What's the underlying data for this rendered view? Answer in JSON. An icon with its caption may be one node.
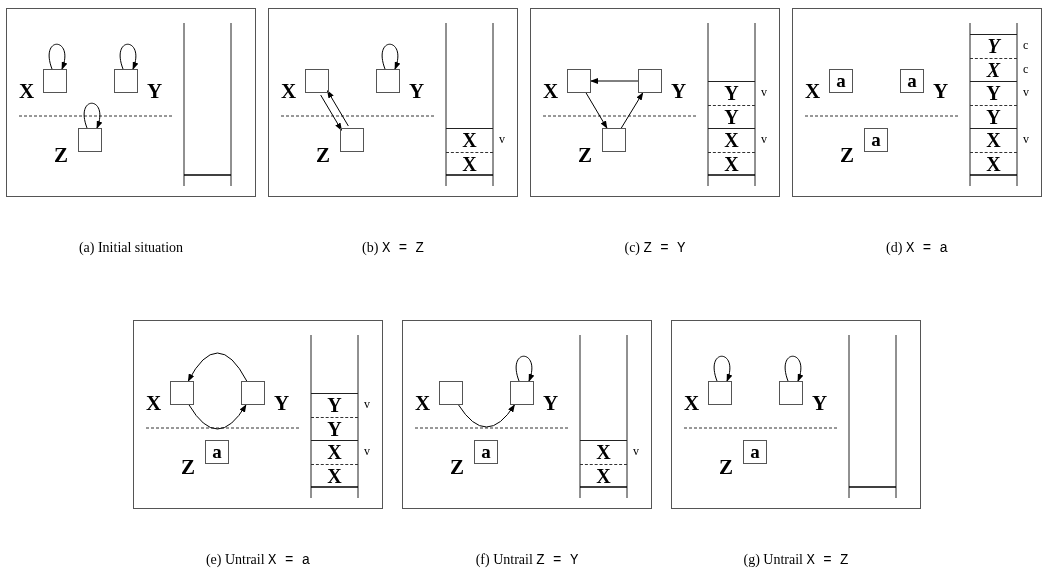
{
  "diagram": {
    "nodes": [
      {
        "text": [],
        "shape": "box",
        "beside": [
          "(a) Initial situation"
        ]
      },
      {
        "text": [],
        "shape": "box",
        "in": 0,
        "beside": [
          "X"
        ]
      },
      {
        "text": [],
        "shape": "box",
        "in": 0,
        "beside": [
          "Y"
        ]
      },
      {
        "text": [],
        "shape": "box",
        "in": 0,
        "beside": [
          "Z"
        ]
      },
      {
        "text": [],
        "shape": "box",
        "beside": [
          "(b)",
          "X = Z"
        ]
      },
      {
        "text": [],
        "shape": "box",
        "in": 4,
        "beside": [
          "X"
        ]
      },
      {
        "text": [],
        "shape": "box",
        "in": 4,
        "beside": [
          "Y"
        ]
      },
      {
        "text": [],
        "shape": "box",
        "in": 4,
        "beside": [
          "Z"
        ]
      },
      {
        "text": [
          "X"
        ],
        "in": 4,
        "beside": [
          "v"
        ]
      },
      {
        "text": [
          "X"
        ],
        "in": 4
      },
      {
        "text": [],
        "shape": "box",
        "beside": [
          "(c)",
          "Z = Y"
        ]
      },
      {
        "text": [],
        "shape": "box",
        "in": 10,
        "beside": [
          "X"
        ]
      },
      {
        "text": [],
        "shape": "box",
        "in": 10,
        "beside": [
          "Y"
        ]
      },
      {
        "text": [],
        "shape": "box",
        "in": 10,
        "beside": [
          "Z"
        ]
      },
      {
        "text": [
          "Y"
        ],
        "in": 10,
        "beside": [
          "v"
        ]
      },
      {
        "text": [
          "Y"
        ],
        "in": 10
      },
      {
        "text": [
          "X"
        ],
        "in": 10,
        "beside": [
          "v"
        ]
      },
      {
        "text": [
          "X"
        ],
        "in": 10
      },
      {
        "text": [],
        "shape": "box",
        "beside": [
          "(d)",
          "X = a"
        ]
      },
      {
        "text": [
          "a"
        ],
        "in": 18,
        "beside": [
          "X"
        ]
      },
      {
        "text": [
          "a"
        ],
        "in": 18,
        "beside": [
          "Y"
        ]
      },
      {
        "text": [
          "a"
        ],
        "in": 18,
        "beside": [
          "Z"
        ]
      },
      {
        "text": [
          "Y"
        ],
        "in": 18,
        "beside": [
          "c"
        ]
      },
      {
        "text": [
          "X"
        ],
        "in": 18,
        "beside": [
          "c"
        ]
      },
      {
        "text": [
          "Y"
        ],
        "in": 18,
        "beside": [
          "v"
        ]
      },
      {
        "text": [
          "Y"
        ],
        "in": 18
      },
      {
        "text": [
          "X"
        ],
        "in": 18,
        "beside": [
          "v"
        ]
      },
      {
        "text": [
          "X"
        ],
        "in": 18
      },
      {
        "text": [],
        "shape": "box",
        "beside": [
          "(e) Untrail",
          "X = a"
        ]
      },
      {
        "text": [],
        "shape": "box",
        "in": 28,
        "beside": [
          "X"
        ]
      },
      {
        "text": [],
        "shape": "box",
        "in": 28,
        "beside": [
          "Y"
        ]
      },
      {
        "text": [
          "a"
        ],
        "in": 28,
        "beside": [
          "Z"
        ]
      },
      {
        "text": [
          "Y"
        ],
        "in": 28,
        "beside": [
          "v"
        ]
      },
      {
        "text": [
          "Y"
        ],
        "in": 28
      },
      {
        "text": [
          "X"
        ],
        "in": 28,
        "beside": [
          "v"
        ]
      },
      {
        "text": [
          "X"
        ],
        "in": 28
      },
      {
        "text": [],
        "shape": "box",
        "beside": [
          "(f) Untrail",
          "Z = Y"
        ]
      },
      {
        "text": [],
        "shape": "box",
        "in": 36,
        "beside": [
          "X"
        ]
      },
      {
        "text": [],
        "shape": "box",
        "in": 36,
        "beside": [
          "Y"
        ]
      },
      {
        "text": [
          "a"
        ],
        "in": 36,
        "beside": [
          "Z"
        ]
      },
      {
        "text": [
          "X"
        ],
        "in": 36,
        "beside": [
          "v"
        ]
      },
      {
        "text": [
          "X"
        ],
        "in": 36
      },
      {
        "text": [],
        "shape": "box",
        "beside": [
          "(g) Untrail",
          "X = Z"
        ]
      },
      {
        "text": [],
        "shape": "box",
        "in": 42,
        "beside": [
          "X"
        ]
      },
      {
        "text": [],
        "shape": "box",
        "in": 42,
        "beside": [
          "Y"
        ]
      },
      {
        "text": [
          "a"
        ],
        "in": 42,
        "beside": [
          "Z"
        ]
      }
    ],
    "edges": [
      {
        "from": 1,
        "to": 1,
        "arrow": "to"
      },
      {
        "from": 2,
        "to": 2,
        "arrow": "to"
      },
      {
        "from": 3,
        "to": 3,
        "arrow": "to"
      },
      {
        "from": 5,
        "to": 7,
        "arrow": "to"
      },
      {
        "from": 7,
        "to": 5,
        "arrow": "to"
      },
      {
        "from": 6,
        "to": 6,
        "arrow": "to"
      },
      {
        "from": 12,
        "to": 11,
        "arrow": "to"
      },
      {
        "from": 11,
        "to": 13,
        "arrow": "to"
      },
      {
        "from": 13,
        "to": 12,
        "arrow": "to"
      },
      {
        "from": 30,
        "to": 29,
        "arrow": "to"
      },
      {
        "from": 29,
        "to": 30,
        "arrow": "to"
      },
      {
        "from": 38,
        "to": 38,
        "arrow": "to"
      },
      {
        "from": 37,
        "to": 38,
        "arrow": "to"
      },
      {
        "from": 43,
        "to": 43,
        "arrow": "to"
      },
      {
        "from": 44,
        "to": 44,
        "arrow": "to"
      }
    ]
  }
}
